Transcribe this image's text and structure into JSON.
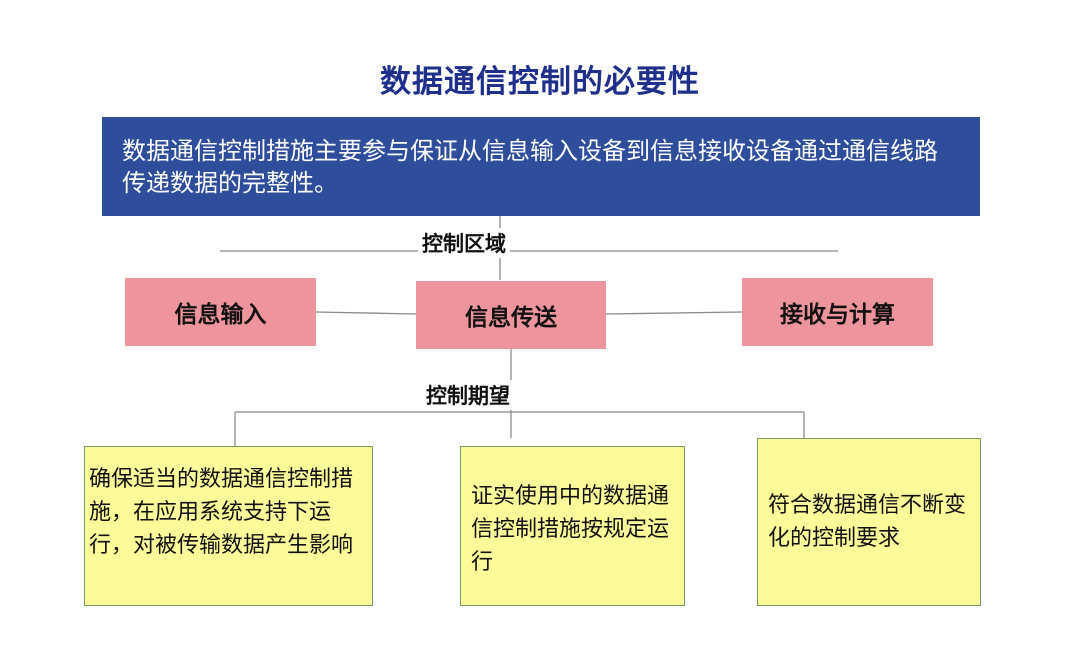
{
  "title": "数据通信控制的必要性",
  "banner": "数据通信控制措施主要参与保证从信息输入设备到信息接收设备通过通信线路传递数据的完整性。",
  "labels": {
    "control_area": "控制区域",
    "control_expectation": "控制期望"
  },
  "process": [
    {
      "label": "信息输入"
    },
    {
      "label": "信息传送"
    },
    {
      "label": "接收与计算"
    }
  ],
  "expectations": [
    {
      "text": "确保适当的数据通信控制措施，在应用系统支持下运行，对被传输数据产生影响"
    },
    {
      "text": "证实使用中的数据通信控制措施按规定运行"
    },
    {
      "text": "符合数据通信不断变化的控制要求"
    }
  ],
  "colors": {
    "title": "#1f2f8c",
    "banner_bg": "#2e4e9c",
    "process_bg": "#ee949c",
    "expectation_bg": "#fbfb99"
  }
}
